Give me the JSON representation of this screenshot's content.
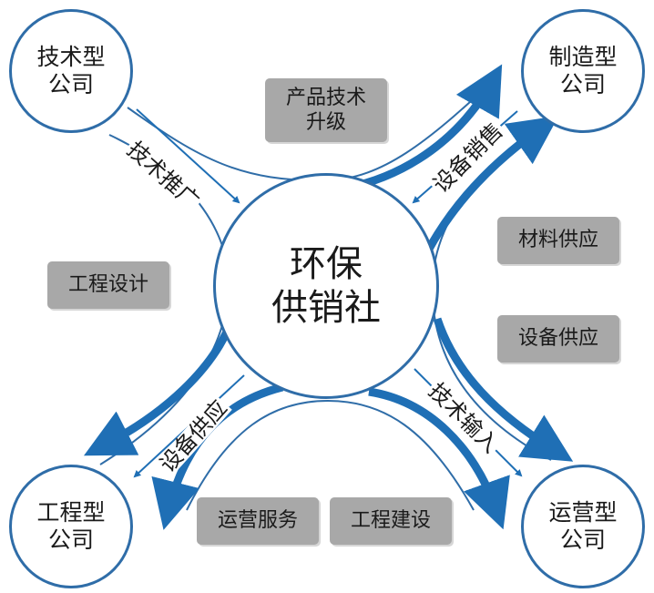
{
  "center": {
    "line1": "环保",
    "line2": "供销社"
  },
  "nodes": {
    "top_left": {
      "line1": "技术型",
      "line2": "公司"
    },
    "top_right": {
      "line1": "制造型",
      "line2": "公司"
    },
    "bottom_left": {
      "line1": "工程型",
      "line2": "公司"
    },
    "bottom_right": {
      "line1": "运营型",
      "line2": "公司"
    }
  },
  "boxes": {
    "product_upgrade": {
      "line1": "产品技术",
      "line2": "升级"
    },
    "engineering_design": "工程设计",
    "material_supply": "材料供应",
    "equipment_supply": "设备供应",
    "operation_service": "运营服务",
    "engineering_construction": "工程建设"
  },
  "arrow_labels": {
    "tech_promotion": "技术推广",
    "equipment_sales": "设备销售",
    "equipment_supply_flow": "设备供应",
    "tech_input": "技术输入"
  },
  "colors": {
    "primary_blue": "#1f6fb5",
    "circle_border": "#2f6da8",
    "box_fill": "#a8a8a8"
  }
}
